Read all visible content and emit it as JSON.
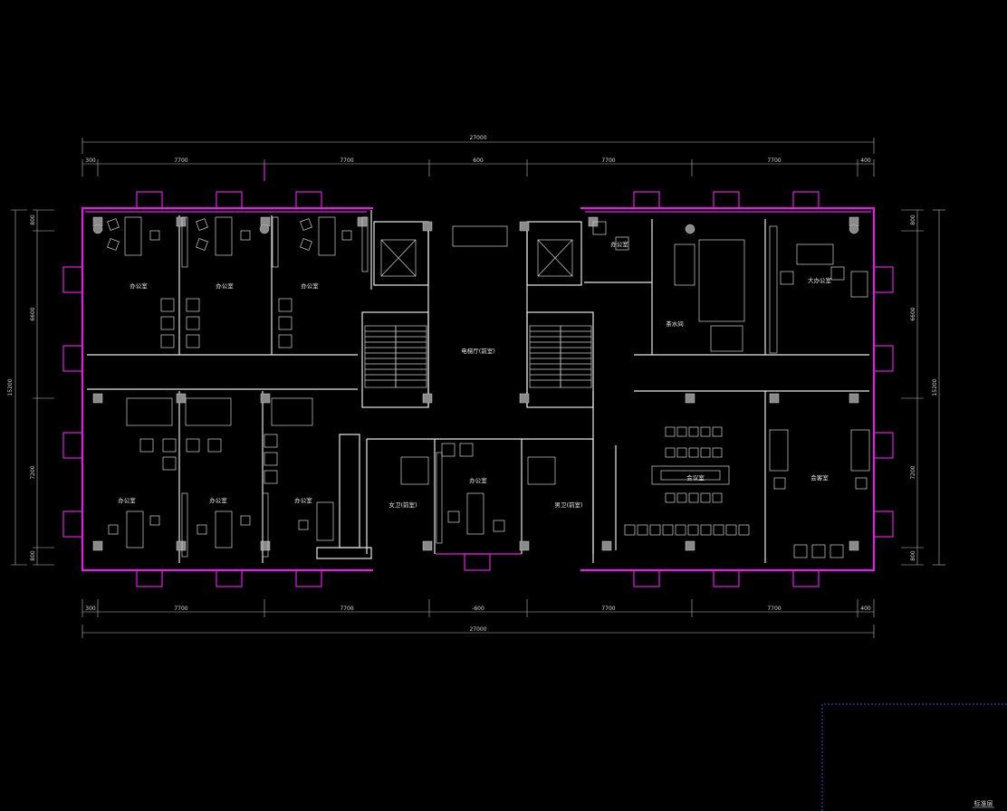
{
  "dimensions": {
    "top_overall": "27000",
    "top_segments": [
      "300",
      "7700",
      "7700",
      "600",
      "7700",
      "7700",
      "400"
    ],
    "bottom_segments": [
      "300",
      "7700",
      "7700",
      "-600",
      "7700",
      "7700",
      "400"
    ],
    "bottom_overall": "27000",
    "left_overall": "15200",
    "left_segments": [
      "800",
      "6600",
      "7200",
      "800"
    ],
    "right_overall": "15200",
    "right_segments": [
      "800",
      "6600",
      "7200",
      "800"
    ]
  },
  "rooms": {
    "office_1": "办公室",
    "office_2": "办公室",
    "office_3": "办公室",
    "office_4": "办公室",
    "office_5": "办公室",
    "office_6": "办公室",
    "office_small_top": "办公室",
    "tea_room": "茶水间",
    "lobby": "电梯厅(前室)",
    "toilet_female": "女卫(前室)",
    "office_center": "办公室",
    "toilet_male": "男卫(前室)",
    "meeting_room": "会议室",
    "reception": "会客室",
    "manager_office": "大办公室"
  },
  "title_block": {
    "label": "标准层"
  },
  "colors": {
    "background": "#000000",
    "exterior_wall": "#e020e0",
    "line": "#e6e6e6",
    "title_frame": "#3a46e0"
  }
}
